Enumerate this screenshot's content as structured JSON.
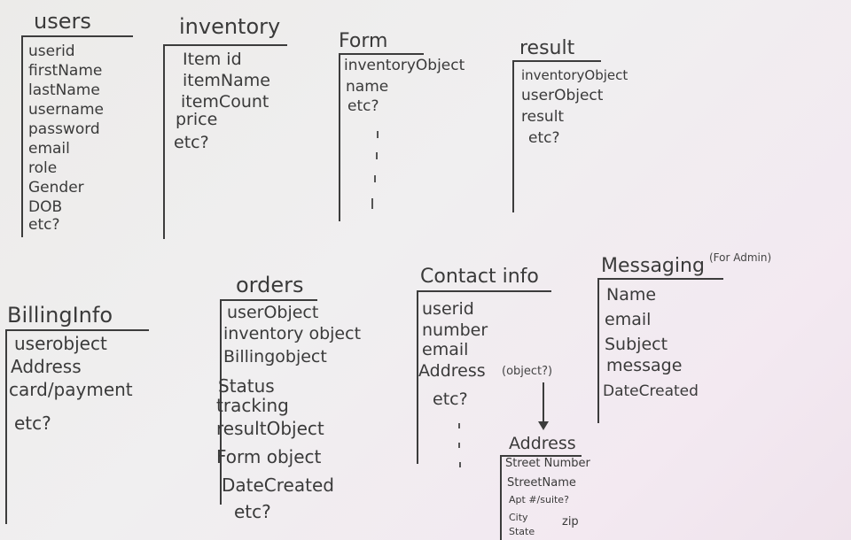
{
  "blocks": [
    {
      "id": "users",
      "title": "users",
      "fields": [
        "userid",
        "firstName",
        "lastName",
        "username",
        "password",
        "email",
        "role",
        "Gender",
        "DOB",
        "etc?"
      ]
    },
    {
      "id": "inventory",
      "title": "inventory",
      "fields": [
        "Item id",
        "itemName",
        "itemCount",
        "price",
        "etc?"
      ]
    },
    {
      "id": "form",
      "title": "Form",
      "fields": [
        "inventoryObject",
        "name",
        "etc?"
      ]
    },
    {
      "id": "result",
      "title": "result",
      "fields": [
        "inventoryObject",
        "userObject",
        "result",
        "etc?"
      ]
    },
    {
      "id": "billing",
      "title": "BillingInfo",
      "fields": [
        "userobject",
        "Address",
        "card/payment",
        "etc?"
      ]
    },
    {
      "id": "orders",
      "title": "orders",
      "fields": [
        "userObject",
        "inventory object",
        "Billingobject",
        "Status",
        "tracking",
        "resultObject",
        "Form object",
        "DateCreated",
        "etc?"
      ]
    },
    {
      "id": "contact",
      "title": "Contact info",
      "fields": [
        "userid",
        "number",
        "email",
        "Address",
        "etc?"
      ],
      "address_note": "(object?)"
    },
    {
      "id": "messaging",
      "title": "Messaging",
      "title_note": "(For Admin)",
      "fields": [
        "Name",
        "email",
        "Subject",
        "message",
        "DateCreated"
      ]
    },
    {
      "id": "address",
      "title": "Address",
      "fields": [
        "Street Number",
        "StreetName",
        "Apt #/suite?",
        "City",
        "State"
      ],
      "extra_field": "zip"
    }
  ]
}
